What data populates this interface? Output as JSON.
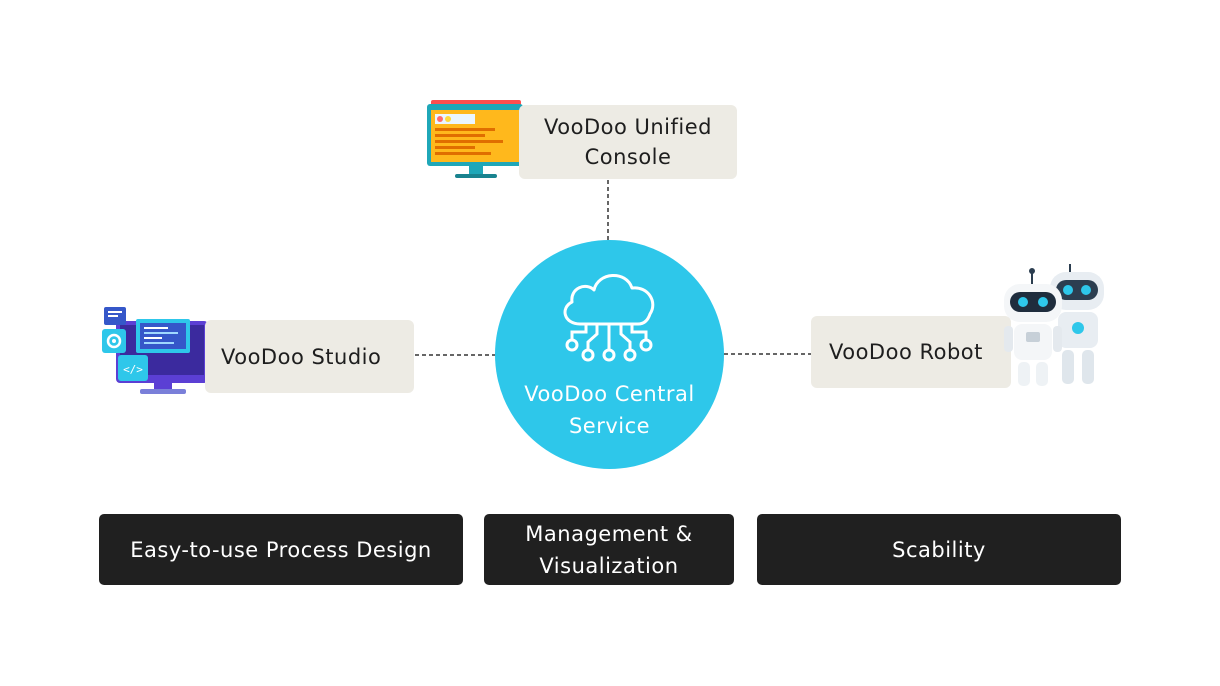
{
  "nodes": {
    "console": {
      "line1": "VooDoo Unified",
      "line2": "Console",
      "icon": "monitor-console-icon"
    },
    "studio": {
      "label": "VooDoo Studio",
      "icon": "studio-devices-icon"
    },
    "robot": {
      "label": "VooDoo Robot",
      "icon": "robot-icon"
    }
  },
  "hub": {
    "line1": "VooDoo Central",
    "line2": "Service",
    "icon": "cloud-network-icon"
  },
  "features": {
    "design": "Easy-to-use Process Design",
    "management_line1": "Management &",
    "management_line2": "Visualization",
    "scalability": "Scability"
  },
  "colors": {
    "hub": "#2ec7ea",
    "node_bg": "#edebe4",
    "feature_bg": "#202020",
    "connector": "#333333"
  }
}
